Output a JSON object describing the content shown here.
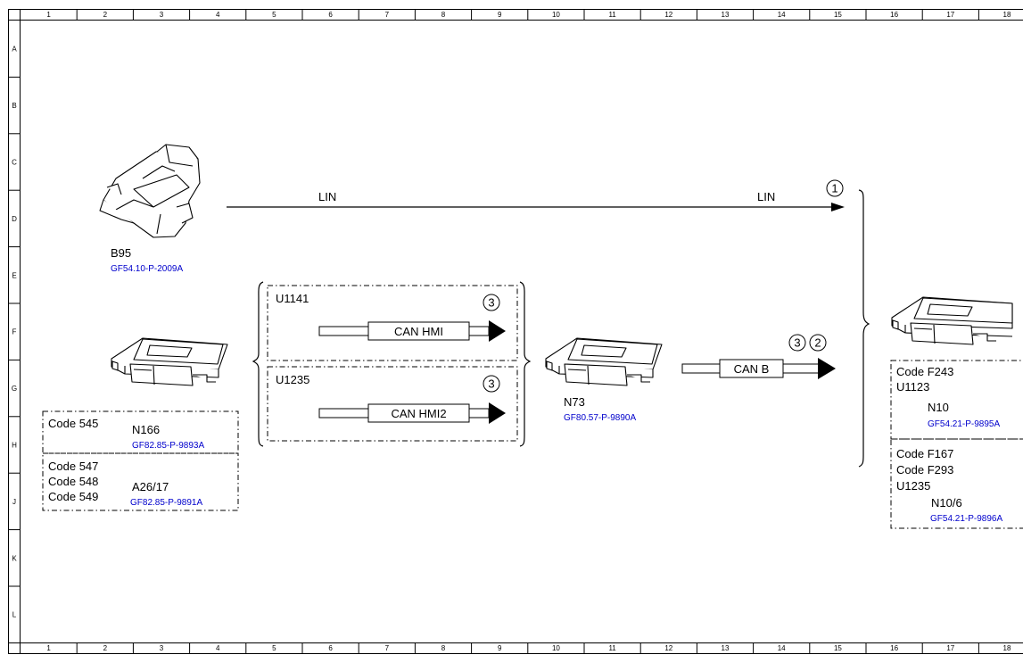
{
  "grid": {
    "columns": [
      "1",
      "2",
      "3",
      "4",
      "5",
      "6",
      "7",
      "8",
      "9",
      "10",
      "11",
      "12",
      "13",
      "14",
      "15",
      "16",
      "17",
      "18"
    ],
    "rows": [
      "A",
      "B",
      "C",
      "D",
      "E",
      "F",
      "G",
      "H",
      "J",
      "K",
      "L"
    ]
  },
  "components": {
    "b95": {
      "code": "B95",
      "ref": "GF54.10-P-2009A"
    },
    "n166": {
      "condition": "Code 545",
      "code": "N166",
      "ref": "GF82.85-P-9893A"
    },
    "a26_17": {
      "conditions": [
        "Code 547",
        "Code 548",
        "Code 549"
      ],
      "code": "A26/17",
      "ref": "GF82.85-P-9891A"
    },
    "n73": {
      "code": "N73",
      "ref": "GF80.57-P-9890A"
    },
    "n10": {
      "conditions": [
        "Code F243",
        "U1123"
      ],
      "code": "N10",
      "ref": "GF54.21-P-9895A"
    },
    "n10_6": {
      "conditions": [
        "Code F167",
        "Code F293",
        "U1235"
      ],
      "code": "N10/6",
      "ref": "GF54.21-P-9896A"
    }
  },
  "connections": {
    "lin": {
      "label_left": "LIN",
      "label_right": "LIN",
      "marker": "1"
    },
    "can_hmi": {
      "variant": "U1141",
      "label": "CAN HMI",
      "marker": "3"
    },
    "can_hmi2": {
      "variant": "U1235",
      "label": "CAN HMI2",
      "marker": "3"
    },
    "can_b": {
      "label": "CAN B",
      "markers": [
        "3",
        "2"
      ]
    }
  }
}
